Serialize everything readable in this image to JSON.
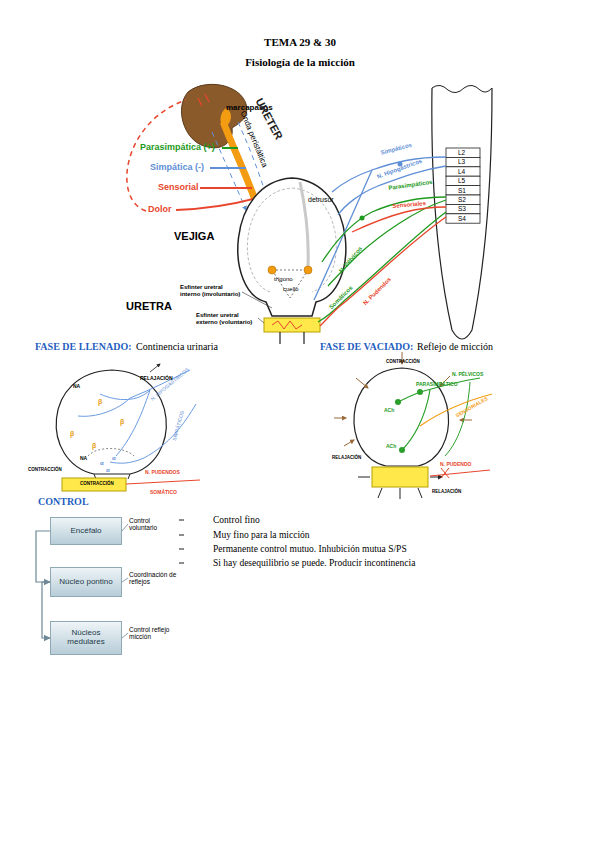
{
  "diagram": {
    "title": "TEMA 29 & 30",
    "nodes": [
      {
        "text": [
          "Encéfalo"
        ]
      },
      {
        "text": [
          "Núcleo pontino"
        ]
      },
      {
        "text": [
          "Núcleos medulares"
        ]
      }
    ],
    "edges": [
      {
        "from": 0,
        "to": 1,
        "arrow": "to"
      },
      {
        "from": 1,
        "to": 2,
        "arrow": "to"
      }
    ],
    "labels": [
      "Fisiología de la micción",
      "marcapasos",
      "URETER",
      "Onda peristáltica",
      "Parasimpática (+)",
      "Simpática (-)",
      "Sensorial",
      "Dolor",
      "detrusor",
      "VEJIGA",
      "trígono",
      "cuello",
      "Esfínter uretral interno (involuntario)",
      "URETRA",
      "Esfínter uretral externo (voluntario)",
      "L2",
      "L3",
      "L4",
      "L5",
      "S1",
      "S2",
      "S3",
      "S4",
      "Simpáticos",
      "N. Hipogástricos",
      "Parasimpáticos",
      "Sensoriales",
      "N. Pélvicos",
      "Somáticos",
      "N. Pudendos",
      "FASE DE LLENADO:",
      "Continencia urinaria",
      "FASE DE VACIADO:",
      "Reflejo de micción",
      "RELAJACIÓN",
      "NA",
      "β",
      "β",
      "β",
      "β",
      "NA",
      "α",
      "α",
      "α",
      "CONTRACCIÓN",
      "CONTRACCIÓN",
      "N. HIPOGÁSTRICOS",
      "SIMPÁTICOS",
      "N. PUDENDOS",
      "SOMÁTICO",
      "CONTRACCIÓN",
      "N. PÉLVICOS",
      "PARASIMPÁTICO",
      "SENSORIALES",
      "ACh",
      "ACh",
      "RELAJACIÓN",
      "N. PUDENDO",
      "RELAJACIÓN",
      "CONTROL",
      "Control voluntario",
      "Coordinación de reflejos",
      "Control reflejo micción",
      "Control fino",
      "Muy fino para la micción",
      "Permanente control mutuo. Inhubición mutua S/PS",
      "Si hay desequilibrio se puede. Producir incontinencia"
    ]
  }
}
